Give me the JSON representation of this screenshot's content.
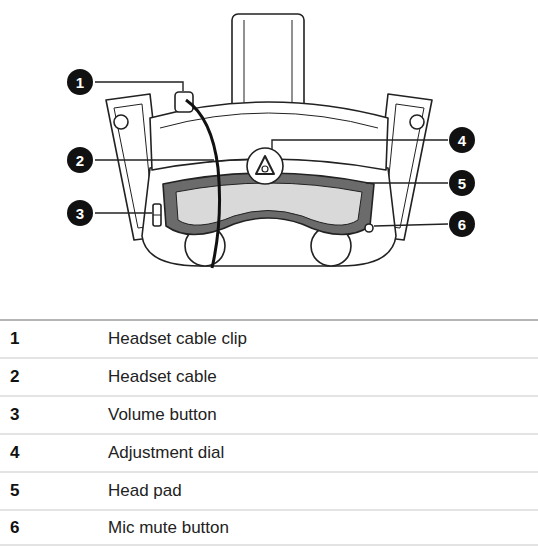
{
  "diagram": {
    "nodes": [
      {
        "text": [
          "1"
        ]
      },
      {
        "text": [
          "2"
        ]
      },
      {
        "text": [
          "3"
        ]
      },
      {
        "text": [
          "4"
        ]
      },
      {
        "text": [
          "5"
        ]
      },
      {
        "text": [
          "6"
        ]
      }
    ],
    "labels": [
      "1",
      "Headset cable clip",
      "2",
      "Headset cable",
      "3",
      "Volume button",
      "4",
      "Adjustment dial",
      "5",
      "Head pad",
      "6",
      "Mic mute button"
    ]
  }
}
